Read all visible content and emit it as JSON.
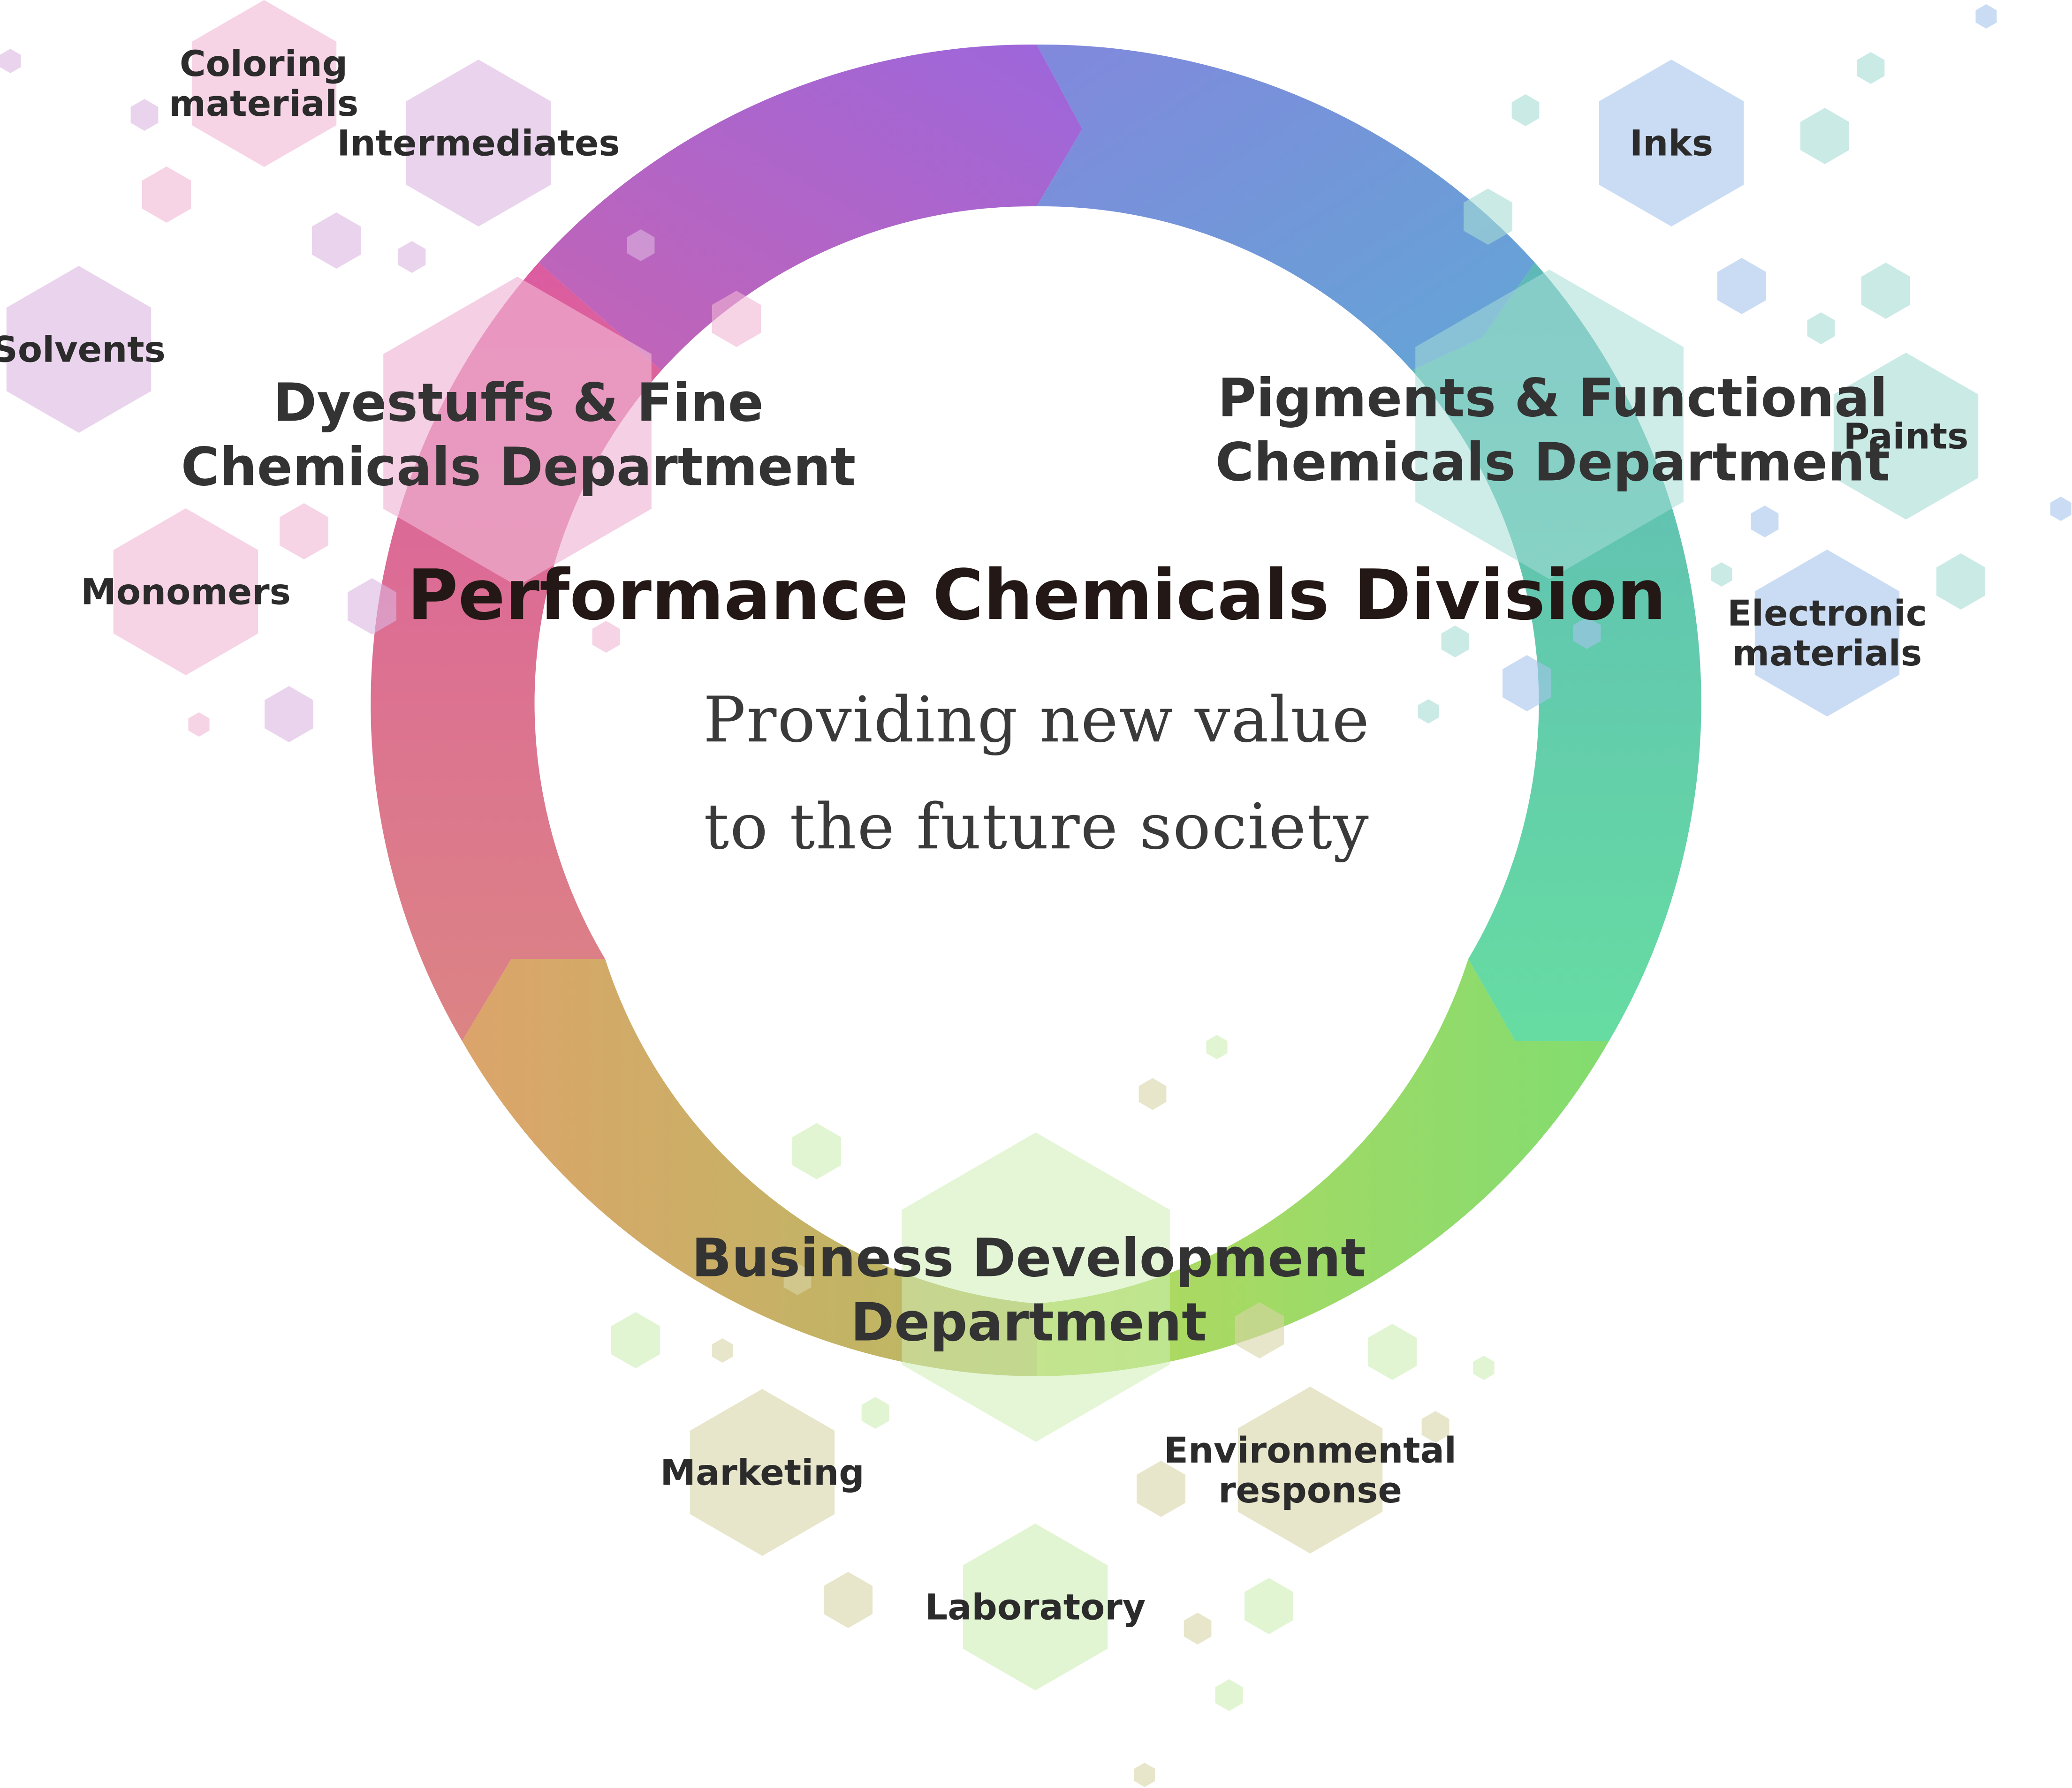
{
  "colors": {
    "purple": "#a064d8",
    "blue": "#7a8cdc",
    "teal": "#5ec2b4",
    "green": "#8edd6a",
    "olive": "#c6b864",
    "pink": "#dc6496",
    "pink_light": "#f0b6d4",
    "lavender": "#dcb6e0",
    "blue_light": "#a6c4ec",
    "teal_light": "#a6dcd6",
    "olive_light": "#d8d6a6",
    "green_light": "#cdefb4"
  },
  "center": {
    "title": "Performance Chemicals Division",
    "tagline_line1": "Providing new value",
    "tagline_line2": "to the future society"
  },
  "departments": {
    "dyestuffs": {
      "line1": "Dyestuffs & Fine",
      "line2": "Chemicals Department"
    },
    "pigments": {
      "line1": "Pigments & Functional",
      "line2": "Chemicals Department"
    },
    "business": {
      "line1": "Business Development",
      "line2": "Department"
    }
  },
  "fields": {
    "coloring_1": "Coloring",
    "coloring_2": "materials",
    "intermediates": "Intermediates",
    "solvents": "Solvents",
    "monomers": "Monomers",
    "inks": "Inks",
    "paints": "Paints",
    "electronic_1": "Electronic",
    "electronic_2": "materials",
    "marketing": "Marketing",
    "laboratory": "Laboratory",
    "environmental_1": "Environmental",
    "environmental_2": "response"
  }
}
